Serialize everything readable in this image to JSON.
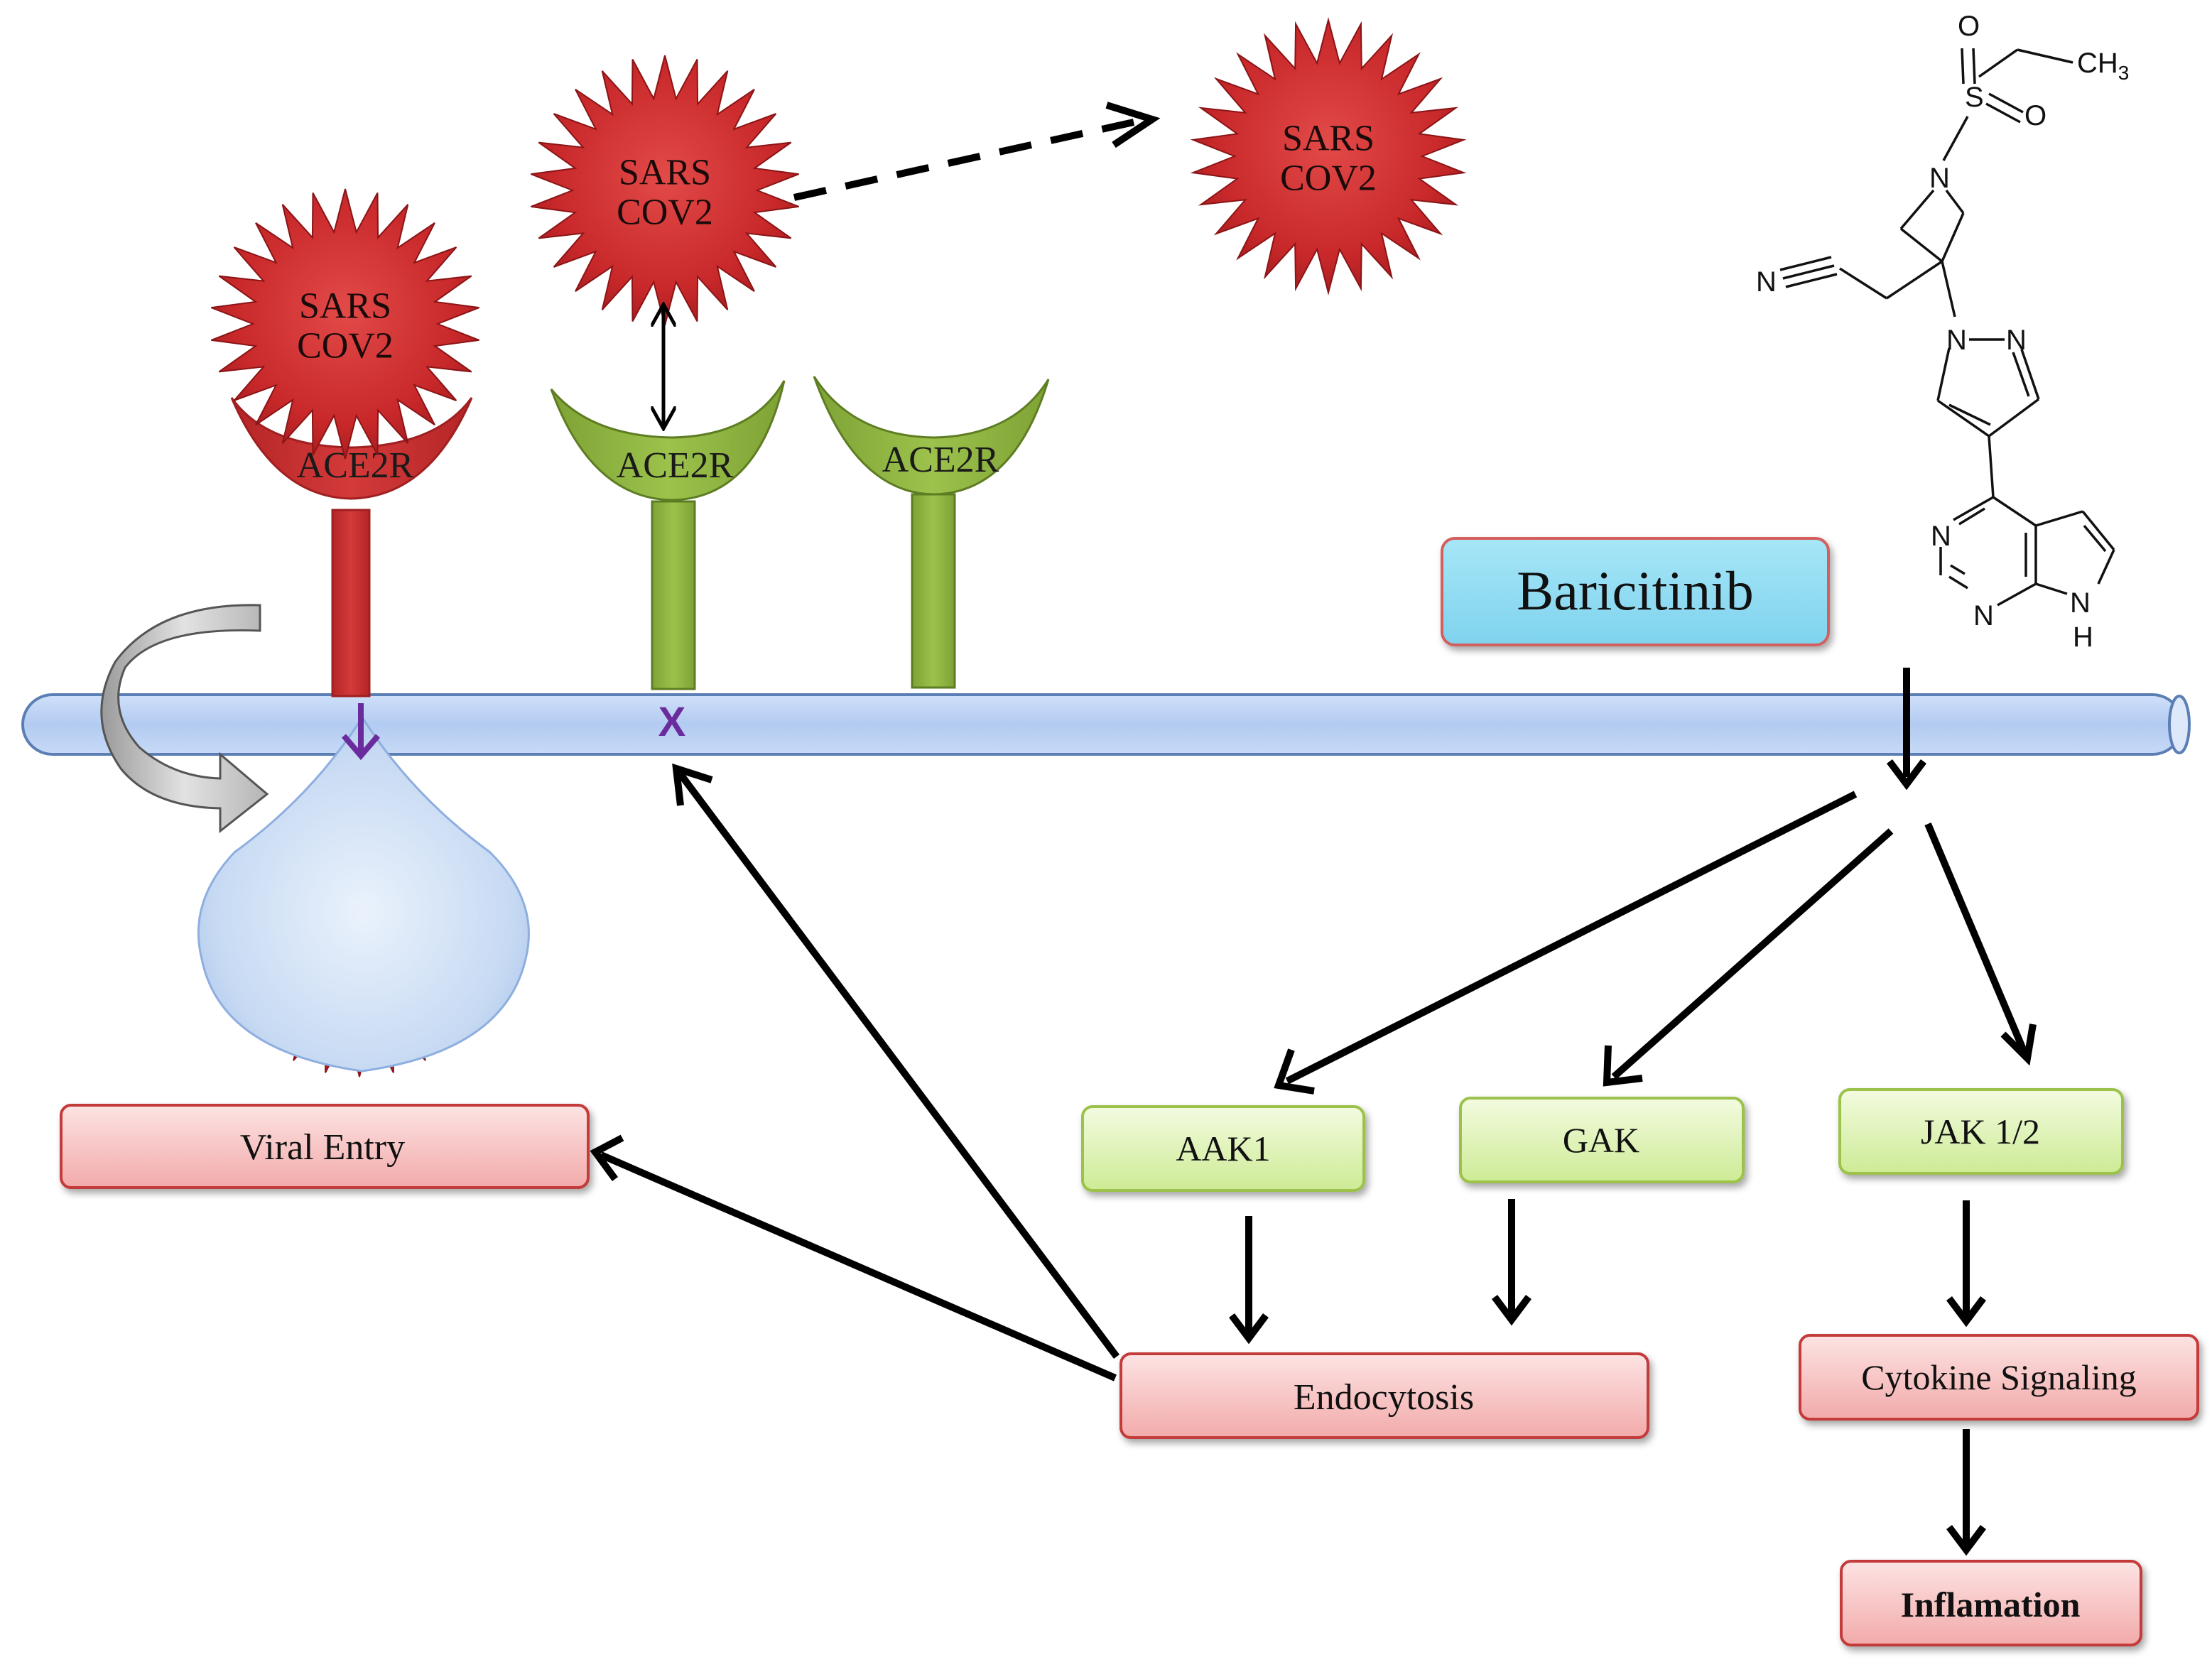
{
  "virus": {
    "line1": "SARS",
    "line2": "COV2"
  },
  "receptor": {
    "label": "ACE2R"
  },
  "membrane": {
    "blocked_marker": "X"
  },
  "drug": {
    "name": "Baricitinib"
  },
  "boxes": {
    "viral_entry": "Viral Entry",
    "aak1": "AAK1",
    "gak": "GAK",
    "jak": "JAK 1/2",
    "endocytosis": "Endocytosis",
    "cytokine": "Cytokine Signaling",
    "inflammation": "Inflamation"
  },
  "structure": {
    "atoms": {
      "o_top": "O",
      "o_right": "O",
      "s": "S",
      "ch3": "CH",
      "ch3_sub": "3",
      "n_azetidine": "N",
      "n_nitrile": "N",
      "n1_pyrazole": "N",
      "n2_pyrazole": "N",
      "n_pyrimidine_top": "N",
      "n_pyrimidine_bottom": "N",
      "n_pyrrole": "N",
      "h_pyrrole": "H"
    }
  },
  "colors": {
    "virus_red": "#c8282a",
    "receptor_green": "#8db43f",
    "receptor_red": "#c32f2f",
    "membrane_blue": "#b8d0f3",
    "drug_box": "#8fdcf2",
    "kinase_box": "#dff4b4",
    "process_box": "#f7c6c6",
    "blocked_purple": "#6a2c9c"
  }
}
